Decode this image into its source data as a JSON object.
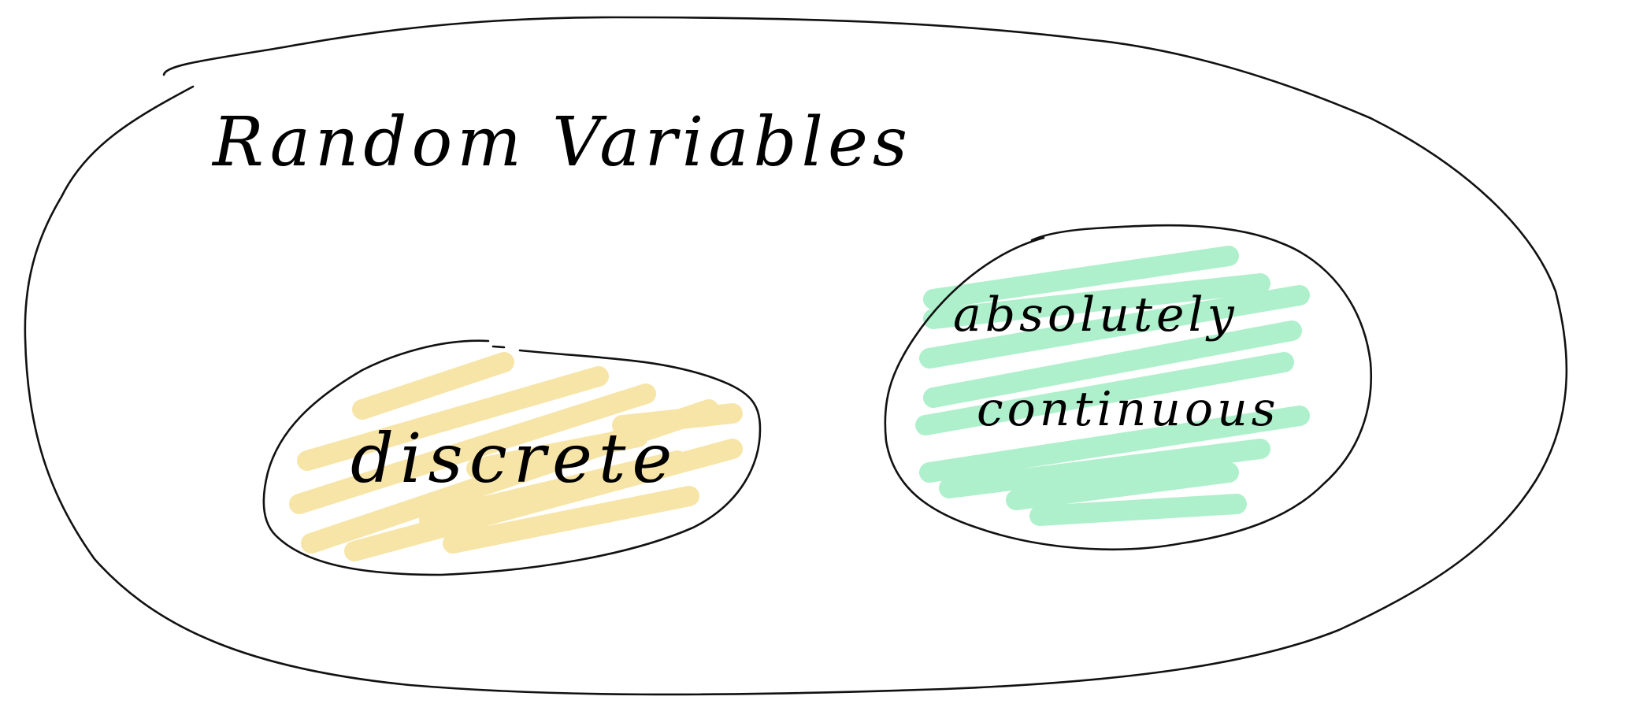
{
  "title": "Random Variables",
  "sets": {
    "discrete": {
      "label": "discrete",
      "fill_color": "#f7e5a8"
    },
    "absolutely_continuous": {
      "label_line1": "absolutely",
      "label_line2": "continuous",
      "fill_color": "#aef0cc"
    }
  },
  "colors": {
    "stroke": "#111111",
    "background": "#ffffff"
  }
}
